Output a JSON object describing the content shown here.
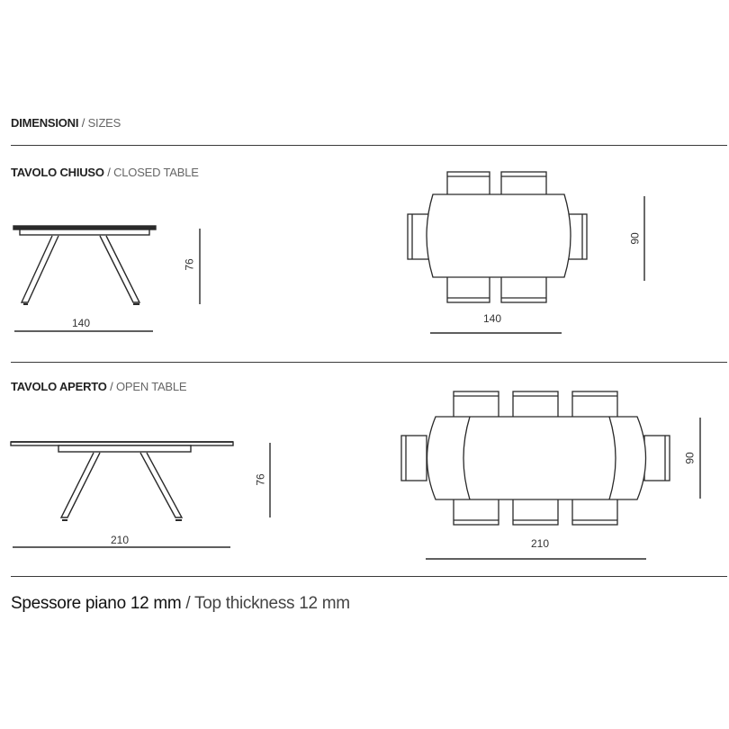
{
  "header": {
    "title_it": "DIMENSIONI",
    "separator": "/",
    "title_en": "SIZES"
  },
  "closed_table": {
    "label_it": "TAVOLO CHIUSO",
    "separator": "/",
    "label_en": "CLOSED TABLE",
    "side_view": {
      "length": "140",
      "height": "76"
    },
    "top_view": {
      "length": "140",
      "width": "90",
      "chairs": 6
    }
  },
  "open_table": {
    "label_it": "TAVOLO APERTO",
    "separator": "/",
    "label_en": "OPEN TABLE",
    "side_view": {
      "length": "210",
      "height": "76"
    },
    "top_view": {
      "length": "210",
      "width": "90",
      "chairs": 8
    }
  },
  "footer": {
    "text_it": "Spessore piano 12 mm",
    "separator": "/",
    "text_en": "Top thickness 12 mm"
  },
  "colors": {
    "line": "#2a2a2a",
    "text": "#1a1a1a"
  }
}
